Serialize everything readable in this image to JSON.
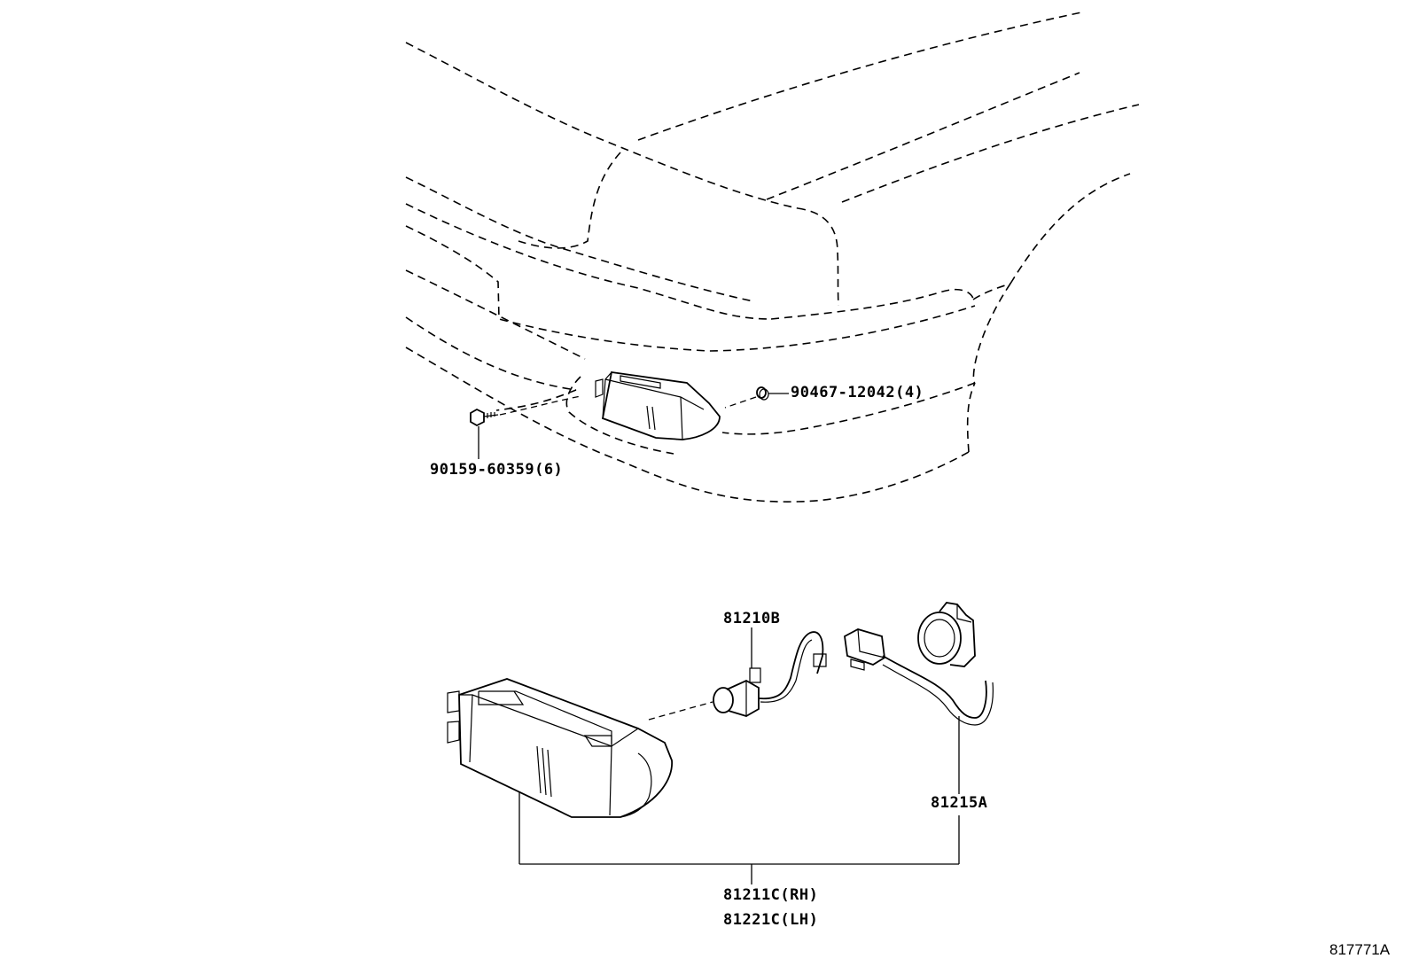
{
  "parts": {
    "clip_nut": "90467-12042(4)",
    "screw": "90159-60359(6)",
    "bulb": "81210B",
    "socket_harness": "81215A",
    "lamp_rh": "81211C(RH)",
    "lamp_lh": "81221C(LH)"
  },
  "illustration_number": "817771A",
  "colors": {
    "line": "#000000",
    "background": "#ffffff"
  }
}
